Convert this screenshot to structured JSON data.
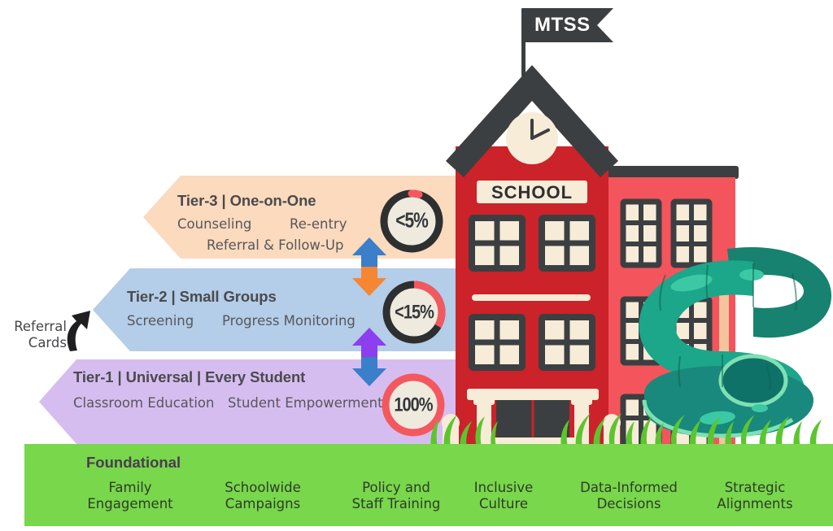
{
  "flag": {
    "label": "MTSS",
    "icon": "flag-banner-icon",
    "color": "#3c3f41"
  },
  "referral": {
    "line1": "Referral",
    "line2": "Cards",
    "icon": "curved-arrow-up-right-icon"
  },
  "school": {
    "sign_label": "SCHOOL",
    "clock_icon": "clock-icon",
    "main_color": "#cc2229",
    "wing_color": "#f4545b",
    "roof_color": "#3c3f41",
    "trim_color": "#f7ecd8"
  },
  "slide": {
    "icon": "spiral-slide-icon",
    "color": "#1a9e87"
  },
  "tiers": [
    {
      "title": "Tier-3 | One-on-One",
      "sub_left": "Counseling",
      "sub_right": "Re-entry",
      "sub_second": "Referral & Follow-Up",
      "badge": "<5%",
      "badge_style": "dark-ring",
      "color": "#fbdabe"
    },
    {
      "title": "Tier-2 | Small Groups",
      "sub_left": "Screening",
      "sub_right": "Progress Monitoring",
      "sub_second": "",
      "badge": "<15%",
      "badge_style": "dark-ring",
      "color": "#b4cde8"
    },
    {
      "title": "Tier-1 | Universal | Every Student",
      "sub_left": "Classroom Education",
      "sub_right": "Student Empowerment",
      "sub_second": "",
      "badge": "100%",
      "badge_style": "coral-ring",
      "color": "#d6bdf0"
    }
  ],
  "arrows": [
    {
      "name": "arrow-up-tier3",
      "direction": "up",
      "color": "#3b7ec9"
    },
    {
      "name": "arrow-down-tier2",
      "direction": "down",
      "color": "#f58634"
    },
    {
      "name": "arrow-up-tier2",
      "direction": "up",
      "color": "#8b3fee"
    },
    {
      "name": "arrow-down-tier1",
      "direction": "down",
      "color": "#3b7ec9"
    }
  ],
  "foundation": {
    "title": "Foundational",
    "bar_color": "#78d74a",
    "items": [
      {
        "line1": "Family",
        "line2": "Engagement"
      },
      {
        "line1": "Schoolwide",
        "line2": "Campaigns"
      },
      {
        "line1": "Policy and",
        "line2": "Staff Training"
      },
      {
        "line1": "Inclusive",
        "line2": "Culture"
      },
      {
        "line1": "Data-Informed",
        "line2": "Decisions"
      },
      {
        "line1": "Strategic",
        "line2": "Alignments"
      }
    ]
  }
}
